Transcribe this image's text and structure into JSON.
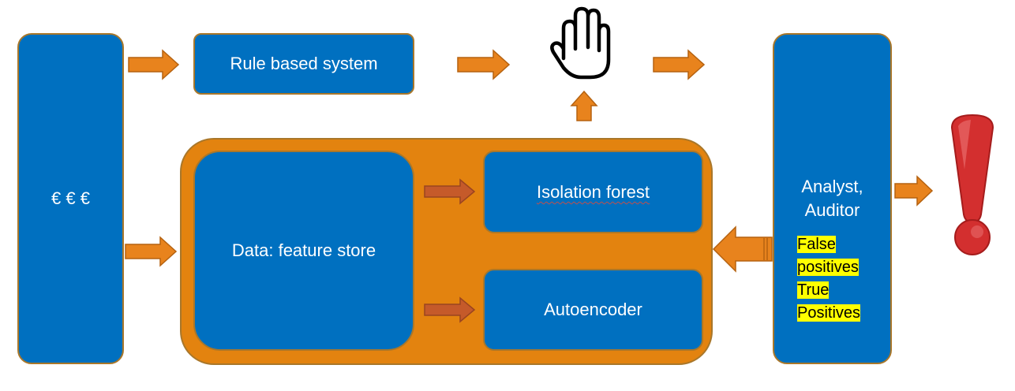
{
  "source_box": {
    "label": "€ € €"
  },
  "rule_box": {
    "label": "Rule based system"
  },
  "feature_store": {
    "label": "Data: feature store"
  },
  "isolation_forest": {
    "label": "Isolation forest"
  },
  "autoencoder": {
    "label": "Autoencoder"
  },
  "analyst_box": {
    "label_line1": "Analyst,",
    "label_line2": "Auditor",
    "highlight_lines": [
      "False",
      "positives",
      "True",
      "Positives"
    ]
  },
  "icons": {
    "stop": "hand-stop-icon",
    "alert": "exclamation-icon"
  },
  "colors": {
    "blue": "#0070c0",
    "orange": "#e3830f",
    "arrow": "#e8831d",
    "arrow_dark": "#c55a2a",
    "alert_red": "#d32f2f",
    "highlight": "#ffff00"
  }
}
